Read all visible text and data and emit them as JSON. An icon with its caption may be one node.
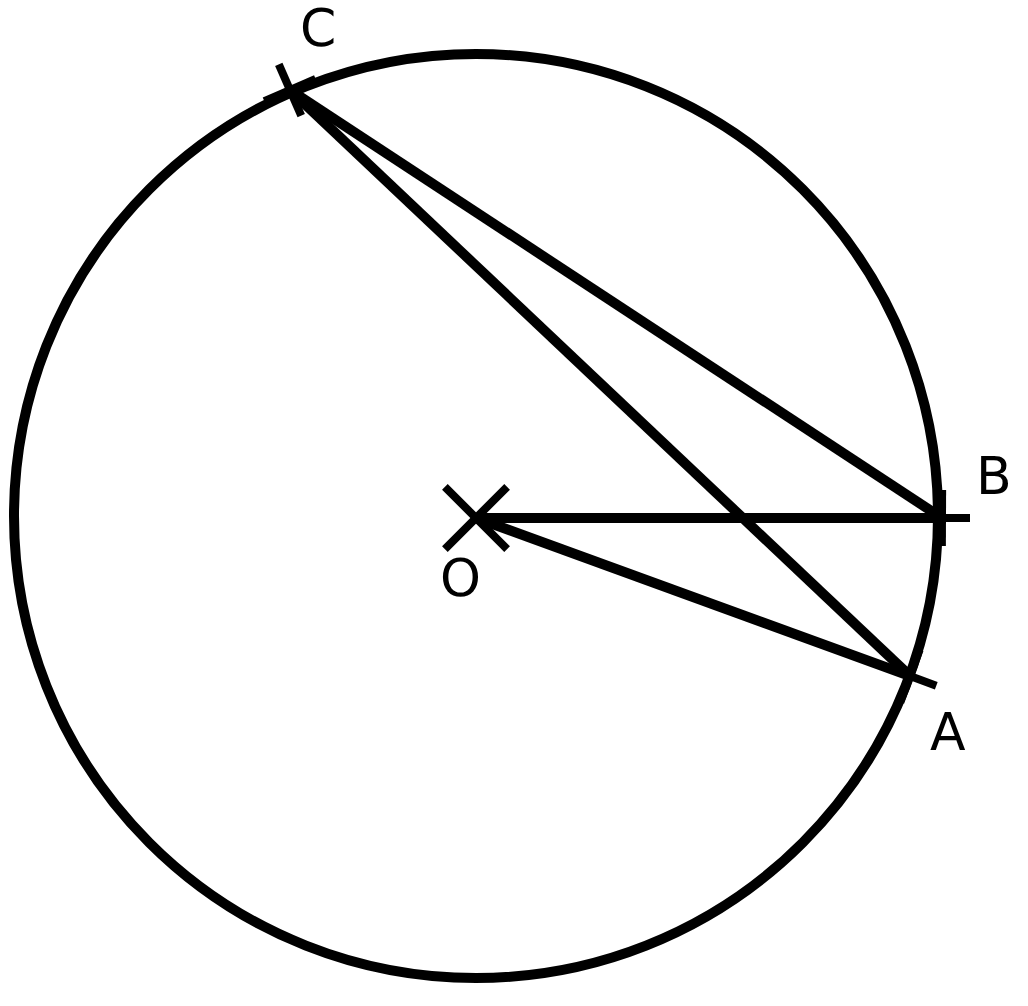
{
  "diagram": {
    "nodes": [
      {
        "text": [
          "C"
        ]
      },
      {
        "text": [
          "B"
        ]
      },
      {
        "text": [
          "O"
        ]
      },
      {
        "text": [
          "A"
        ]
      }
    ],
    "edges": [
      {
        "from": 0,
        "to": 1,
        "arrow": "none"
      },
      {
        "from": 0,
        "to": 3,
        "arrow": "none"
      },
      {
        "from": 2,
        "to": 1,
        "arrow": "none"
      },
      {
        "from": 2,
        "to": 3,
        "arrow": "none"
      }
    ]
  }
}
